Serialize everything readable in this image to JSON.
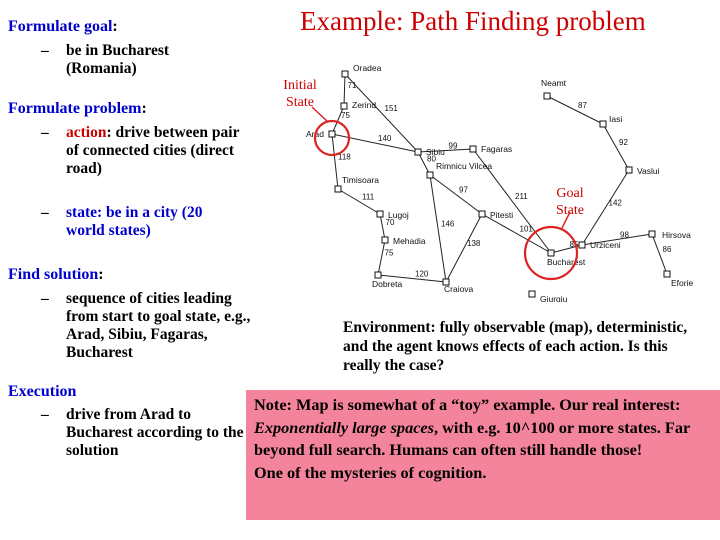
{
  "title": "Example: Path Finding problem",
  "goal": {
    "label": "Formulate goal",
    "colon": ":",
    "bullet": "be in Bucharest (Romania)"
  },
  "problem": {
    "label": "Formulate problem",
    "colon": ":",
    "action_key": "action",
    "action_val": ": drive between pair of connected cities (direct road)",
    "state_key": "state",
    "state_val": ": be in a city (20 world states)"
  },
  "solution": {
    "label": "Find solution",
    "colon": ":",
    "bullet": "sequence of cities leading from start to goal state, e.g., Arad, Sibiu, Fagaras, Bucharest"
  },
  "execution": {
    "label": "Execution",
    "bullet": "drive from Arad to Bucharest according to the solution"
  },
  "annotations": {
    "initial": "Initial State",
    "goal": "Goal State"
  },
  "environment": "Environment: fully observable (map), deterministic, and the agent knows effects of each action. Is this really the case?",
  "note": {
    "line1": "Note: Map is somewhat of a “toy” example. Our real interest: ",
    "emph": "Exponentially large spaces",
    "line2": ", with e.g. 10^100 or more states. Far beyond full search. Humans can often still handle those!",
    "line3": "One of the mysteries of cognition."
  },
  "map": {
    "cities": [
      "Oradea",
      "Zerind",
      "Arad",
      "Sibiu",
      "Fagaras",
      "Timisoara",
      "Rimnicu Vilcea",
      "Lugoj",
      "Pitesti",
      "Mehadia",
      "Dobreta",
      "Craiova",
      "Bucharest",
      "Giurgiu",
      "Urziceni",
      "Neamt",
      "Iasi",
      "Vaslui",
      "Hirsova",
      "Eforie"
    ],
    "distances": [
      "71",
      "151",
      "75",
      "140",
      "99",
      "118",
      "80",
      "111",
      "97",
      "211",
      "70",
      "146",
      "101",
      "75",
      "120",
      "138",
      "85",
      "87",
      "92",
      "142",
      "98",
      "86"
    ]
  },
  "colors": {
    "title": "#cc0000",
    "keyword": "#cc0000",
    "state_text": "#0000cc",
    "city_path": "#996600",
    "note_bg": "#f4849b"
  }
}
